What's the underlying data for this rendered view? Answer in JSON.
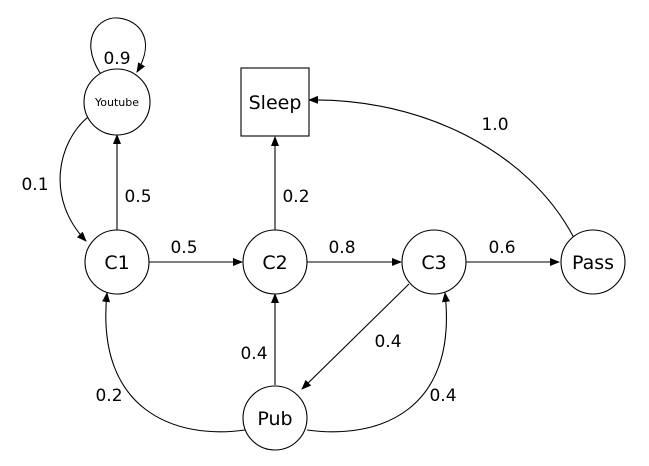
{
  "nodes": {
    "youtube": "Youtube",
    "sleep": "Sleep",
    "c1": "C1",
    "c2": "C2",
    "c3": "C3",
    "pass": "Pass",
    "pub": "Pub"
  },
  "edges": {
    "youtube_youtube": "0.9",
    "youtube_c1": "0.1",
    "c1_youtube": "0.5",
    "c1_c2": "0.5",
    "c2_sleep": "0.2",
    "c2_c3": "0.8",
    "c3_pass": "0.6",
    "pass_sleep": "1.0",
    "c3_pub": "0.4",
    "pub_c2": "0.4",
    "pub_c1": "0.2",
    "pub_c3": "0.4"
  }
}
